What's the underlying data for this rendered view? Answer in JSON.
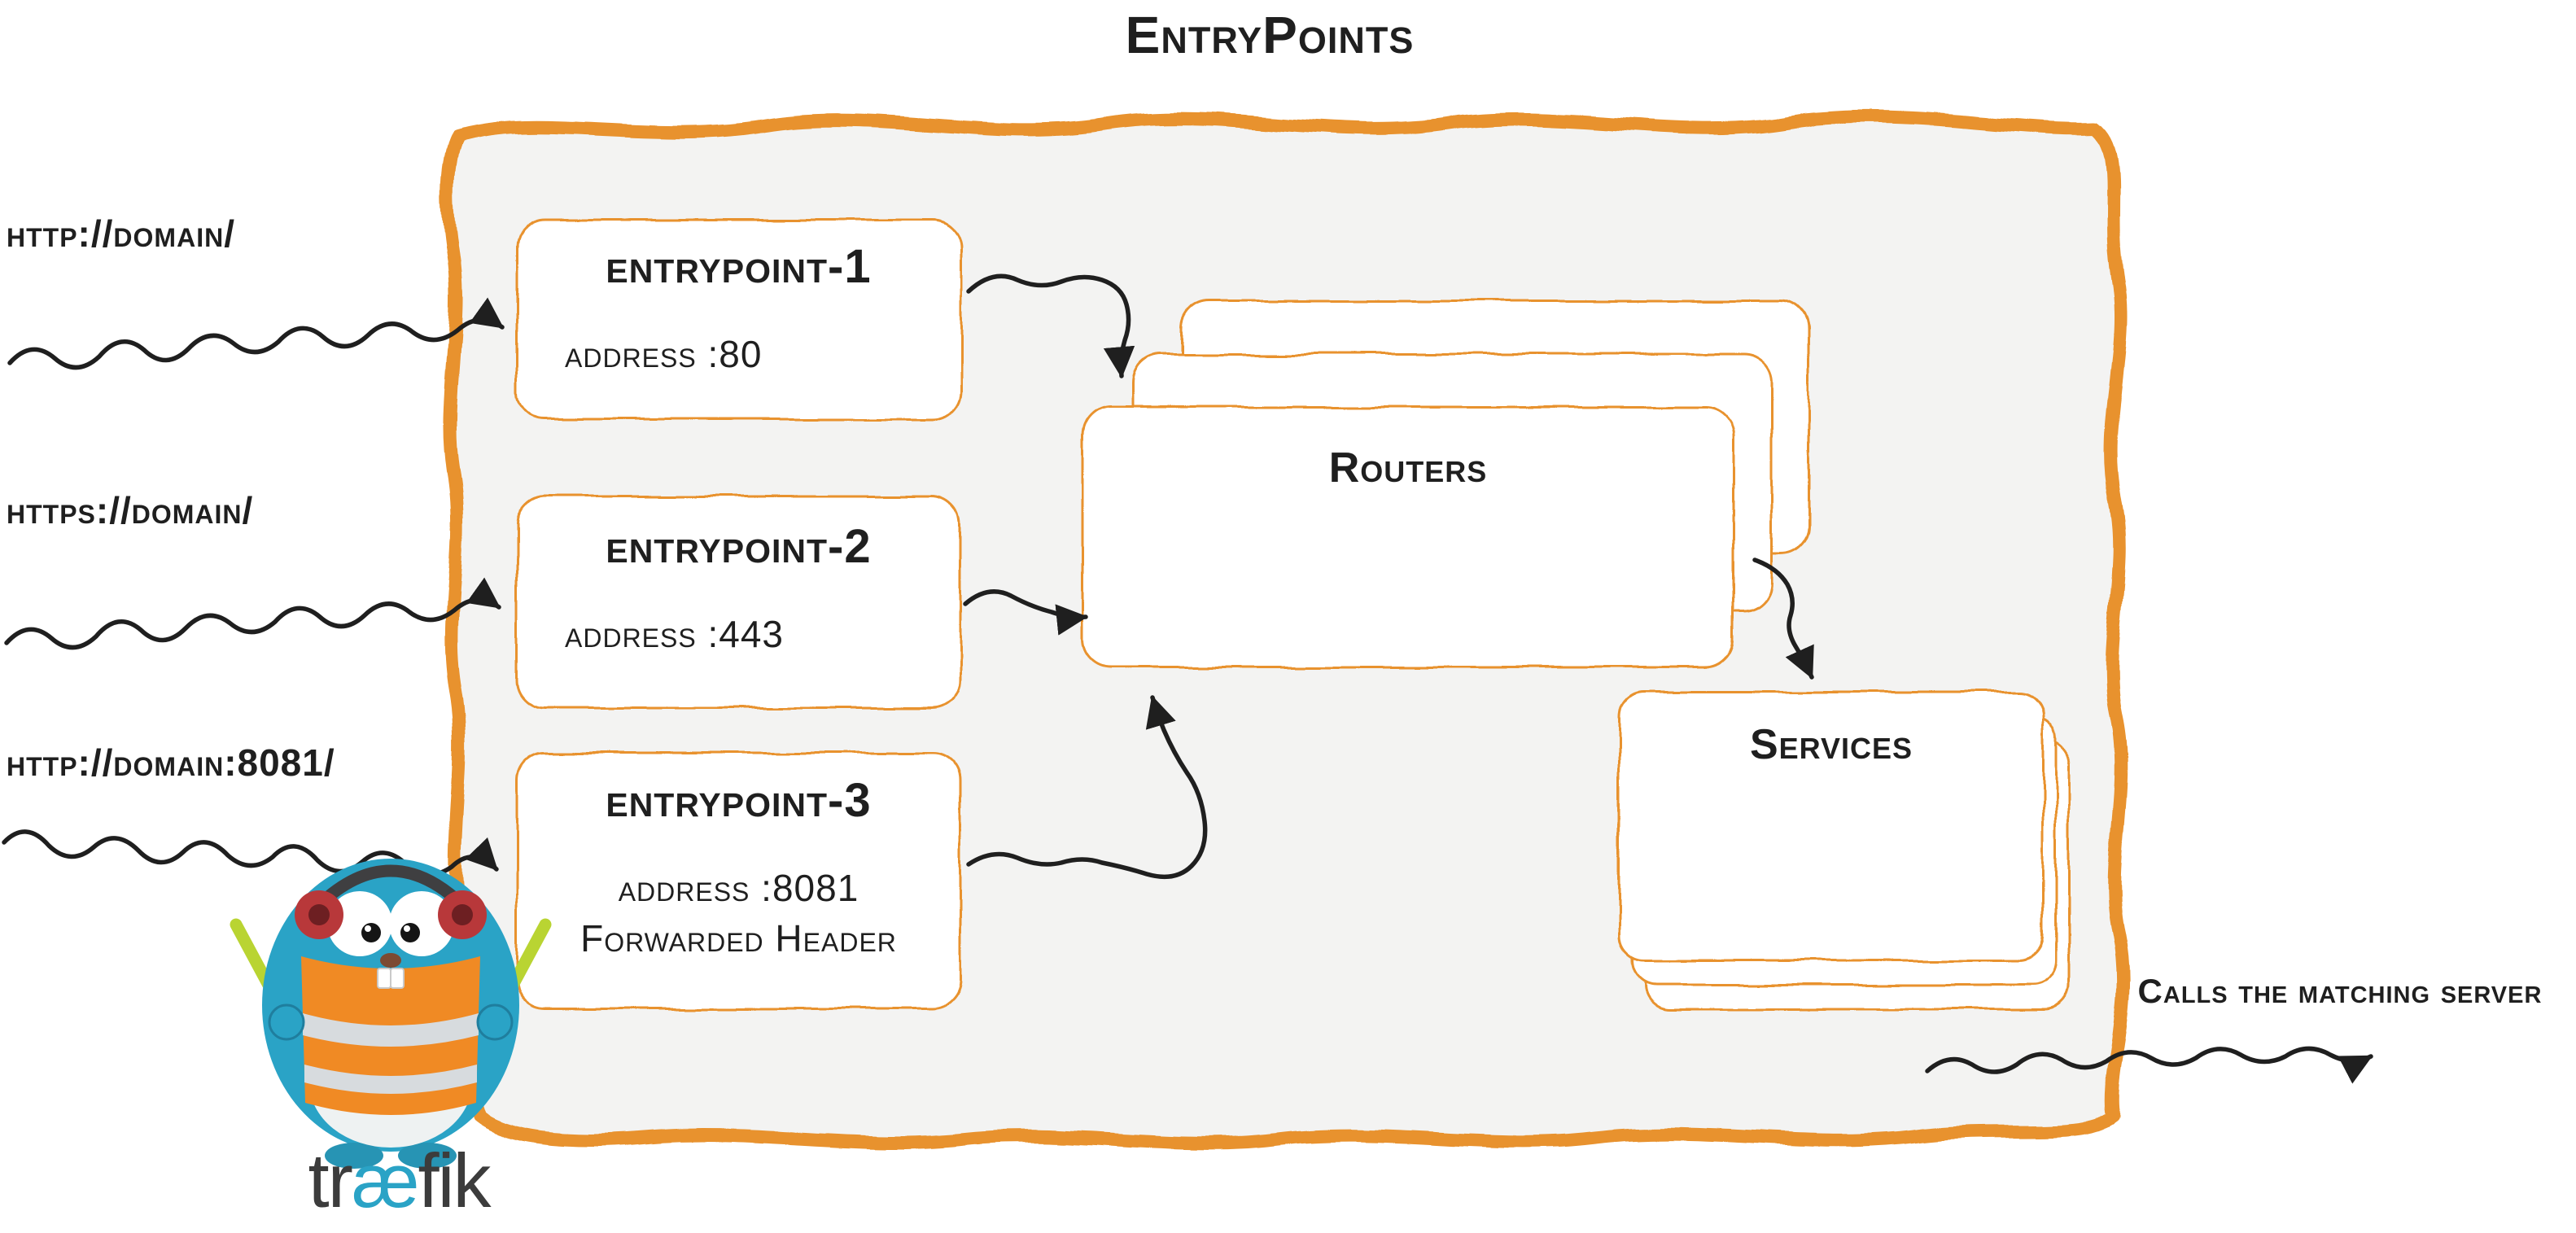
{
  "title": "EntryPoints",
  "incoming_requests": [
    {
      "label": "http://domain/"
    },
    {
      "label": "https://domain/"
    },
    {
      "label": "http://domain:8081/"
    }
  ],
  "entrypoints": [
    {
      "name": "entrypoint-1",
      "address": "address :80"
    },
    {
      "name": "entrypoint-2",
      "address": "address :443"
    },
    {
      "name": "entrypoint-3",
      "address": "address :8081",
      "extra": "Forwarded Header"
    }
  ],
  "routers_label": "Routers",
  "services_label": "Services",
  "outgoing_label": "Calls the matching server",
  "logo": {
    "part1": "tr",
    "part2": "æ",
    "part3": "fik"
  },
  "colors": {
    "accent": "#e8922e",
    "ink": "#1f1f1f",
    "panel": "#f3f3f2",
    "teal": "#2aa3c6",
    "vest": "#f08a24",
    "glow": "#b9d432"
  }
}
